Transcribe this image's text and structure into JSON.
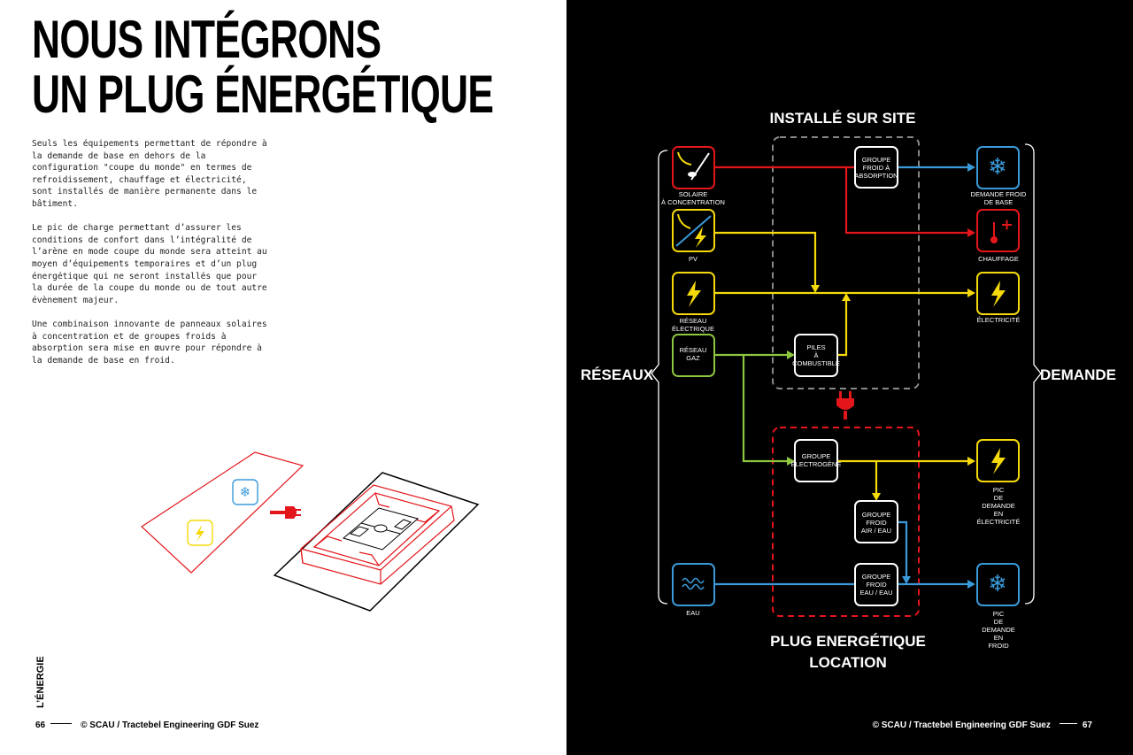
{
  "left_page": {
    "title_line1": "NOUS INTÉGRONS",
    "title_line2": "UN PLUG ÉNERGÉTIQUE",
    "paragraphs": [
      "Seuls les équipements permettant de répondre à la demande de base en dehors de la configuration \"coupe du monde\" en termes de refroidissement, chauffage et électricité, sont installés de manière permanente dans le bâtiment.",
      "Le pic de charge permettant d’assurer les conditions de confort dans l’intégralité de l’arène en mode coupe du monde sera atteint au moyen d’équipements temporaires et d’un plug énergétique qui ne seront installés que pour la durée de la coupe du monde ou de tout autre évènement majeur.",
      "Une combinaison innovante de panneaux solaires à concentration et de groupes froids à absorption sera mise en œuvre pour répondre à la demande de base en froid."
    ],
    "side_label": "L’ÉNERGIE",
    "page_number": "66",
    "credit": "© SCAU / Tractebel Engineering GDF Suez"
  },
  "right_page": {
    "installed_label": "INSTALLÉ SUR SITE",
    "plug_label_line1": "PLUG ENERGÉTIQUE",
    "plug_label_line2": "LOCATION",
    "reseaux_label": "RÉSEAUX",
    "demande_label": "DEMANDE",
    "sources": {
      "solaire": [
        "SOLAIRE",
        "À CONCENTRATION"
      ],
      "pv": [
        "PV"
      ],
      "reseau_elec": [
        "RÉSEAU",
        "ÉLECTRIQUE"
      ],
      "reseau_gaz": [
        "RÉSEAU",
        "GAZ"
      ],
      "eau": [
        "EAU"
      ]
    },
    "equipment": {
      "groupe_absorption": [
        "GROUPE",
        "FROID À",
        "ABSORPTION"
      ],
      "piles": [
        "PILES",
        "À",
        "COMBUSTIBLE"
      ],
      "electrogene": [
        "GROUPE",
        "ÉLECTROGÈNE"
      ],
      "froid_air": [
        "GROUPE",
        "FROID",
        "AIR / EAU"
      ],
      "froid_eau": [
        "GROUPE",
        "FROID",
        "EAU / EAU"
      ]
    },
    "demands": {
      "froid_base": [
        "DEMANDE FROID",
        "DE BASE"
      ],
      "chauffage": [
        "CHAUFFAGE"
      ],
      "electricite": [
        "ÉLECTRICITÉ"
      ],
      "pic_elec": [
        "PIC",
        "DE",
        "DEMANDE",
        "EN",
        "ÉLECTRICITÉ"
      ],
      "pic_froid": [
        "PIC",
        "DE",
        "DEMANDE",
        "EN",
        "FROID"
      ]
    },
    "credit": "© SCAU / Tractebel Engineering GDF Suez",
    "page_number": "67"
  },
  "colors": {
    "red": "#e3161b",
    "yellow": "#f5d90a",
    "blue": "#3a9ad9",
    "green": "#8dc63f",
    "gray": "#888888"
  }
}
